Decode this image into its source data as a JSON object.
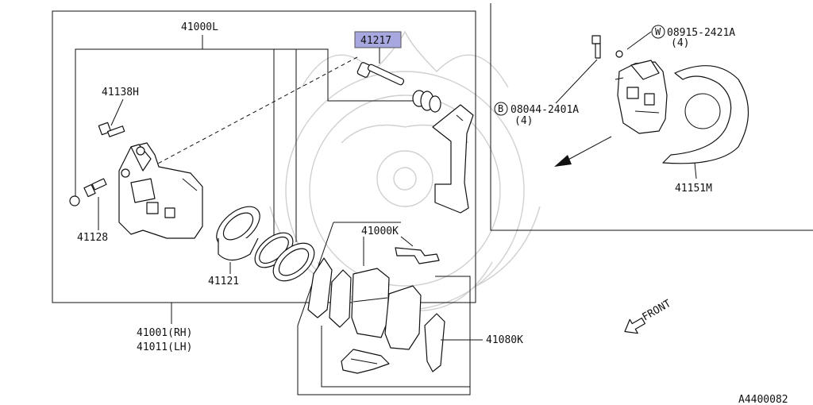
{
  "labels": {
    "caliper_assy_inner": "41000L",
    "slide_pin": "41217",
    "bolt_top": "41138H",
    "bleeder": "41128",
    "piston": "41121",
    "caliper_assy": "41001(RH)",
    "caliper_assy_lh": "41011(LH)",
    "pad_kit": "41000K",
    "shim_kit": "41080K",
    "washer_code": "08915-2421A",
    "washer_qty": "(4)",
    "washer_prefix": "W",
    "bolt_code": "08044-2401A",
    "bolt_qty": "(4)",
    "bolt_prefix": "B",
    "dust_shield": "41151M",
    "front": "FRONT",
    "diagram_id": "A4400082"
  },
  "colors": {
    "highlight": "#a8a8e0",
    "line": "#111111",
    "watermark": "#d0d0d0"
  }
}
